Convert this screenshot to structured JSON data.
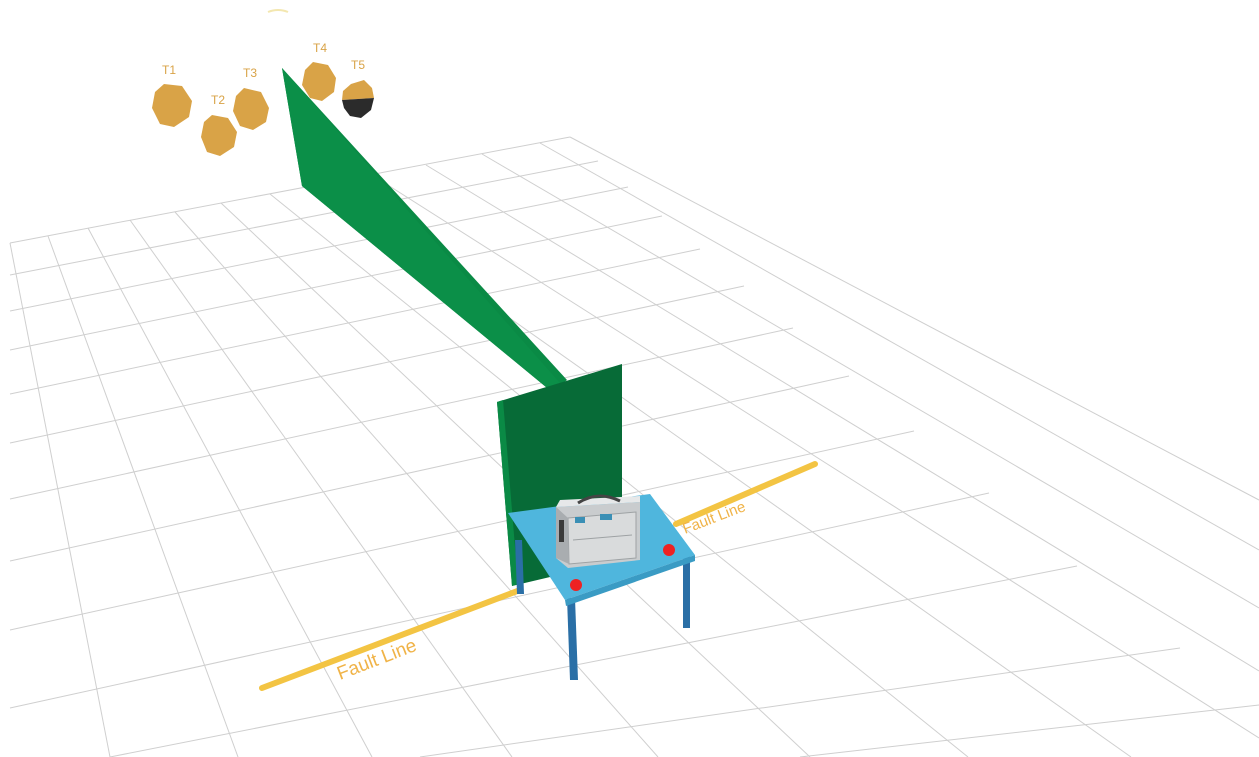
{
  "targets": [
    {
      "label": "T1",
      "state": "normal"
    },
    {
      "label": "T2",
      "state": "normal"
    },
    {
      "label": "T3",
      "state": "normal"
    },
    {
      "label": "T4",
      "state": "normal"
    },
    {
      "label": "T5",
      "state": "half-dark"
    }
  ],
  "fault_line": {
    "label_left": "Fault Line",
    "label_right": "Fault Line"
  },
  "colors": {
    "grid": "#c9c9c9",
    "wall_side": "#0a8a45",
    "wall_end": "#076b37",
    "table_top": "#4fb6dd",
    "table_legs": "#2a6fa6",
    "fault_line": "#f3c443",
    "fault_text": "#f0b347",
    "target": "#d9a347",
    "target_dark": "#2b2b2b",
    "marker": "#ee2222"
  }
}
